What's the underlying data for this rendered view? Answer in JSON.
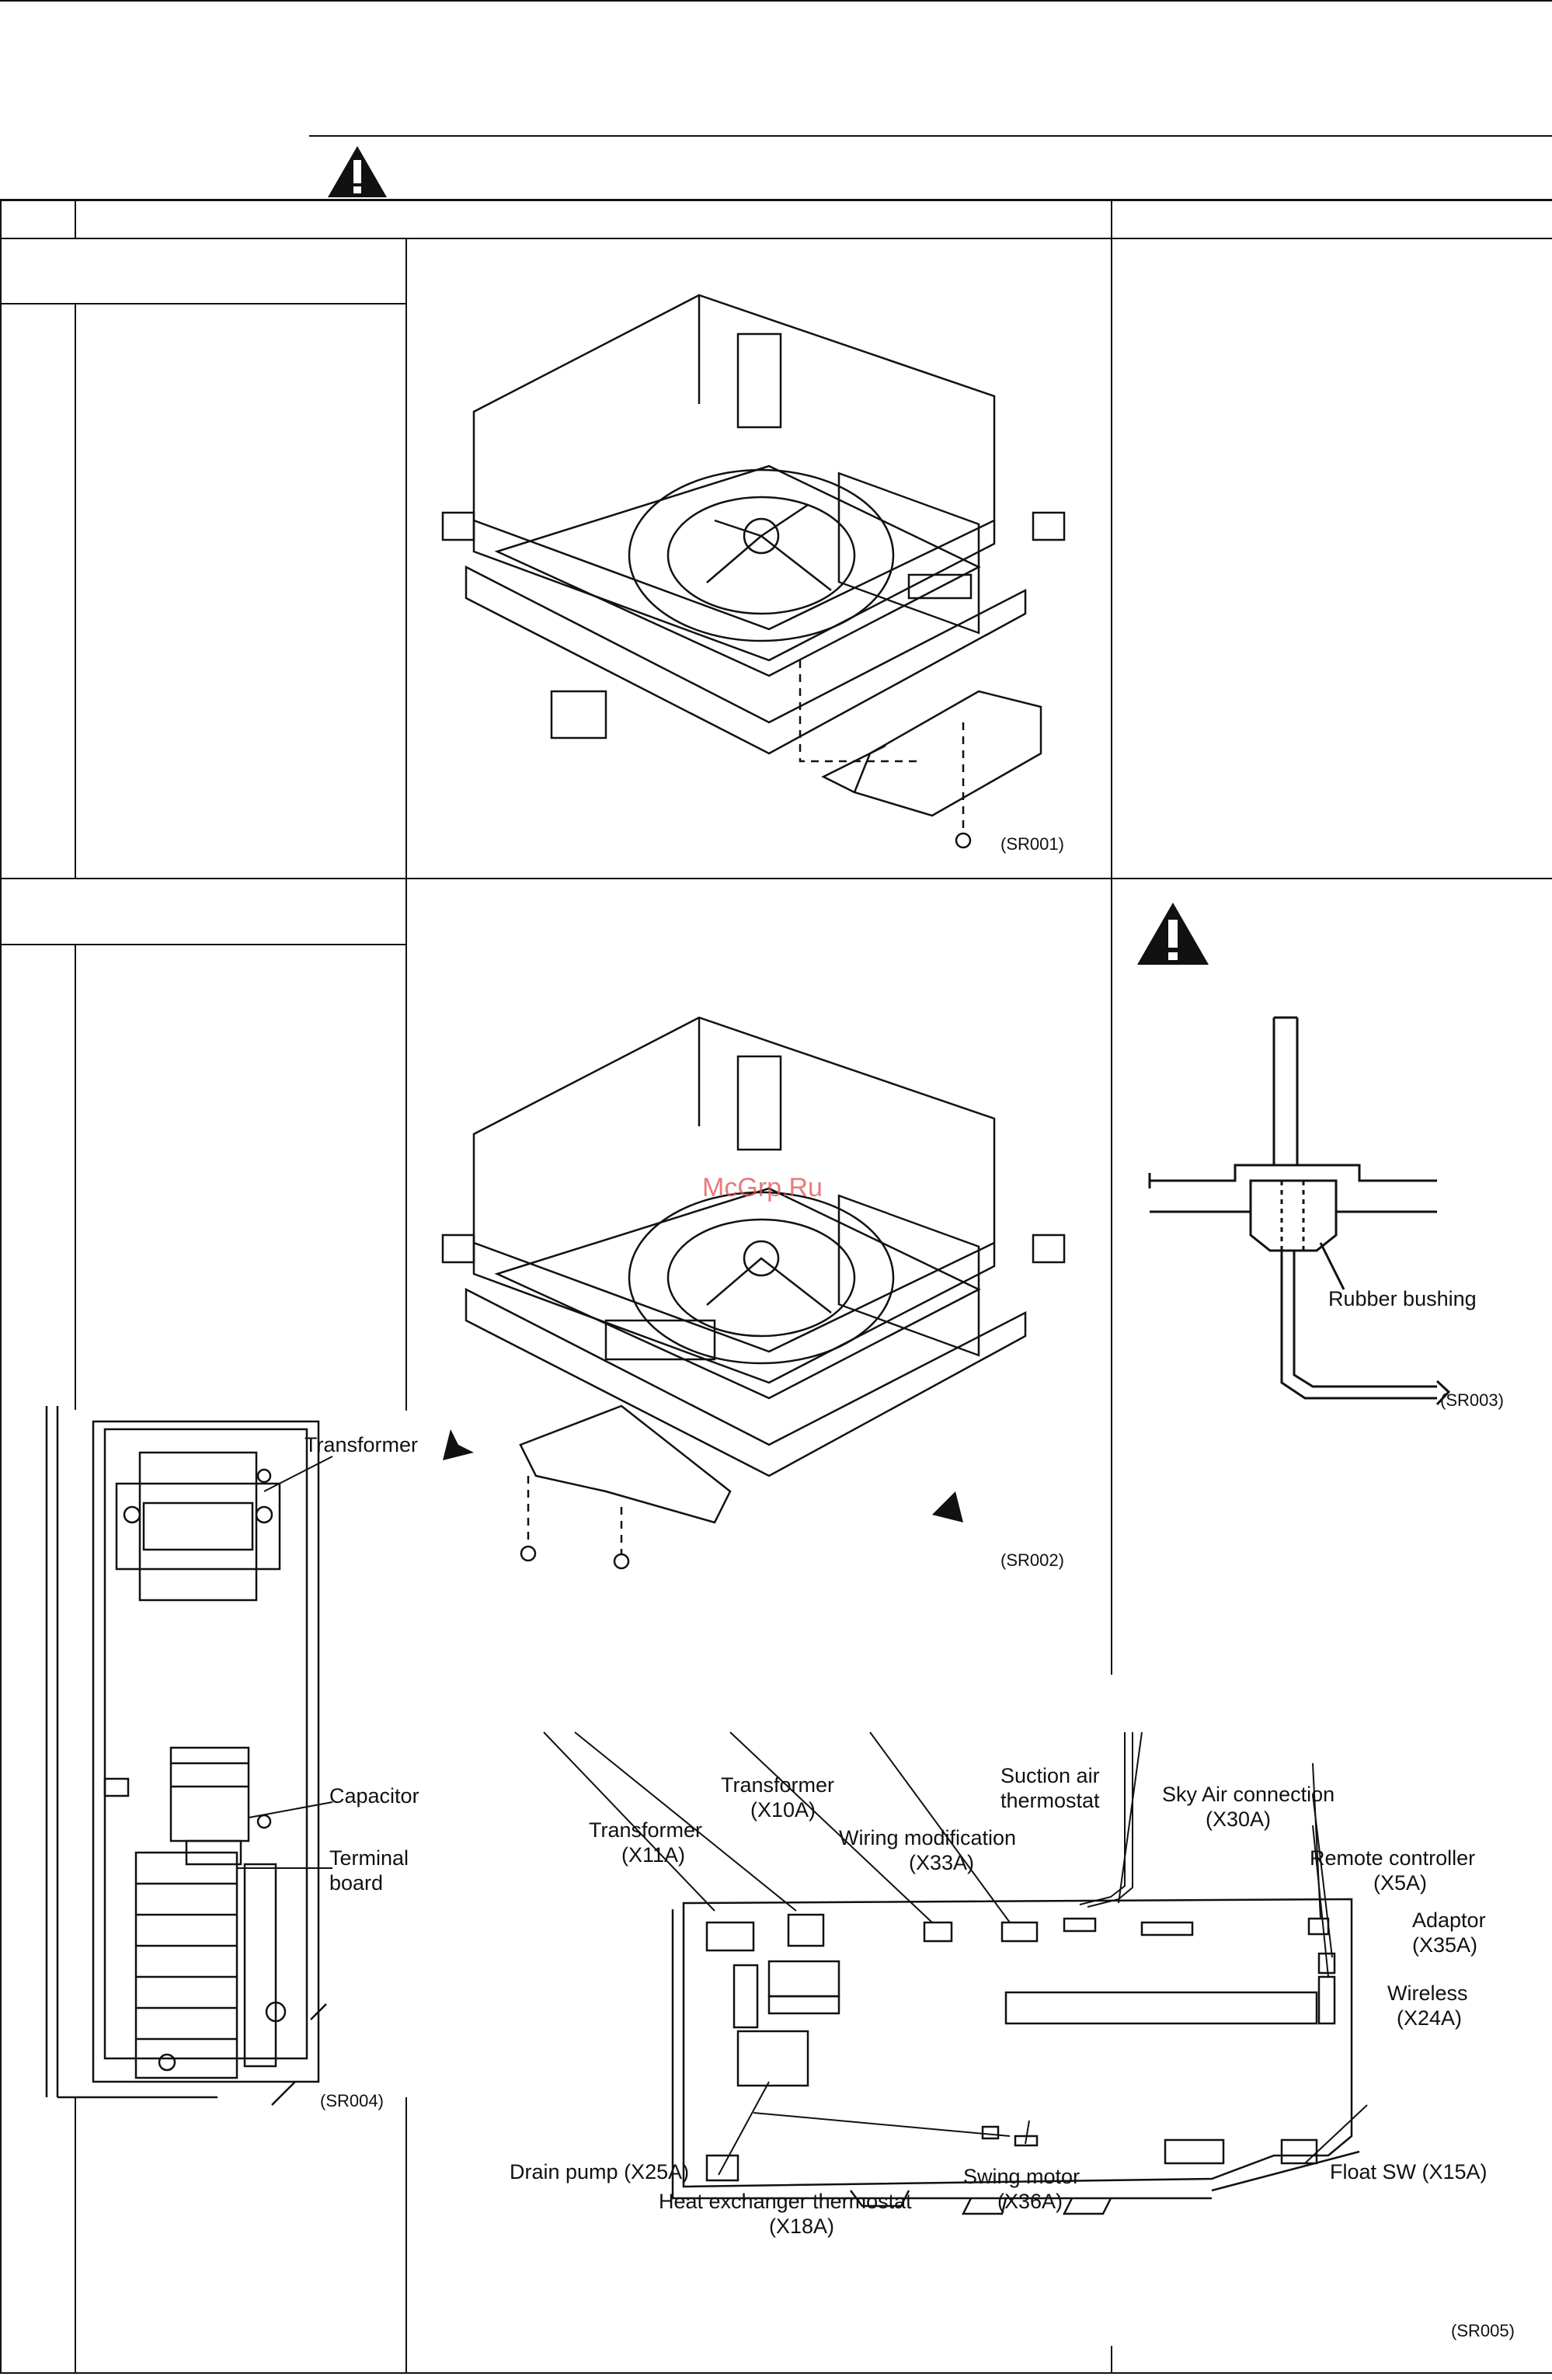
{
  "figure_codes": {
    "sr001": "(SR001)",
    "sr002": "(SR002)",
    "sr003": "(SR003)",
    "sr004": "(SR004)",
    "sr005": "(SR005)"
  },
  "watermark": "McGrp.Ru",
  "bushing_label": "Rubber bushing",
  "switch_box_labels": {
    "transformer": "Transformer",
    "capacitor": "Capacitor",
    "terminal_board_1": "Terminal",
    "terminal_board_2": "board"
  },
  "pcb_labels": {
    "transformer_x10a_1": "Transformer",
    "transformer_x10a_2": "(X10A)",
    "suction_1": "Suction air",
    "suction_2": "thermostat",
    "sky_air_1": "Sky Air connection",
    "sky_air_2": "(X30A)",
    "transformer_x11a_1": "Transformer",
    "transformer_x11a_2": "(X11A)",
    "wiring_mod_1": "Wiring modification",
    "wiring_mod_2": "(X33A)",
    "remote_1": "Remote controller",
    "remote_2": "(X5A)",
    "adaptor_1": "Adaptor",
    "adaptor_2": "(X35A)",
    "wireless_1": "Wireless",
    "wireless_2": "(X24A)",
    "drain_pump": "Drain pump (X25A)",
    "heat_ex_1": "Heat exchanger thermostat",
    "heat_ex_2": "(X18A)",
    "swing_1": "Swing motor",
    "swing_2": "(X36A)",
    "float_sw": "Float SW (X15A)"
  },
  "icons": [
    "warning-icon"
  ],
  "colors": {
    "ink": "#111111",
    "watermark": "#e05050"
  }
}
